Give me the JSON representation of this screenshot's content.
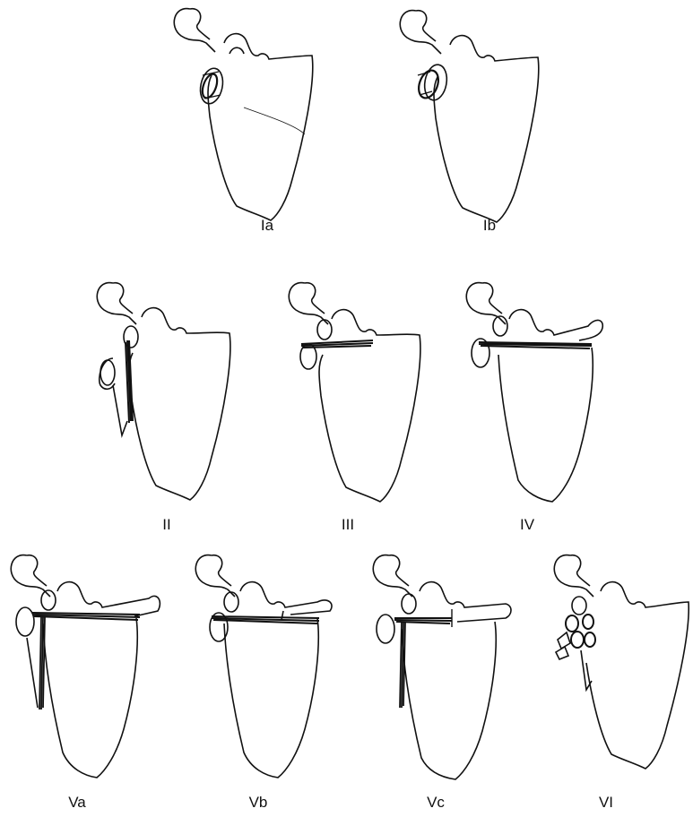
{
  "labels": {
    "ia": "Ia",
    "ib": "Ib",
    "ii": "II",
    "iii": "III",
    "iv": "IV",
    "va": "Va",
    "vb": "Vb",
    "vc": "Vc",
    "vi": "VI"
  }
}
